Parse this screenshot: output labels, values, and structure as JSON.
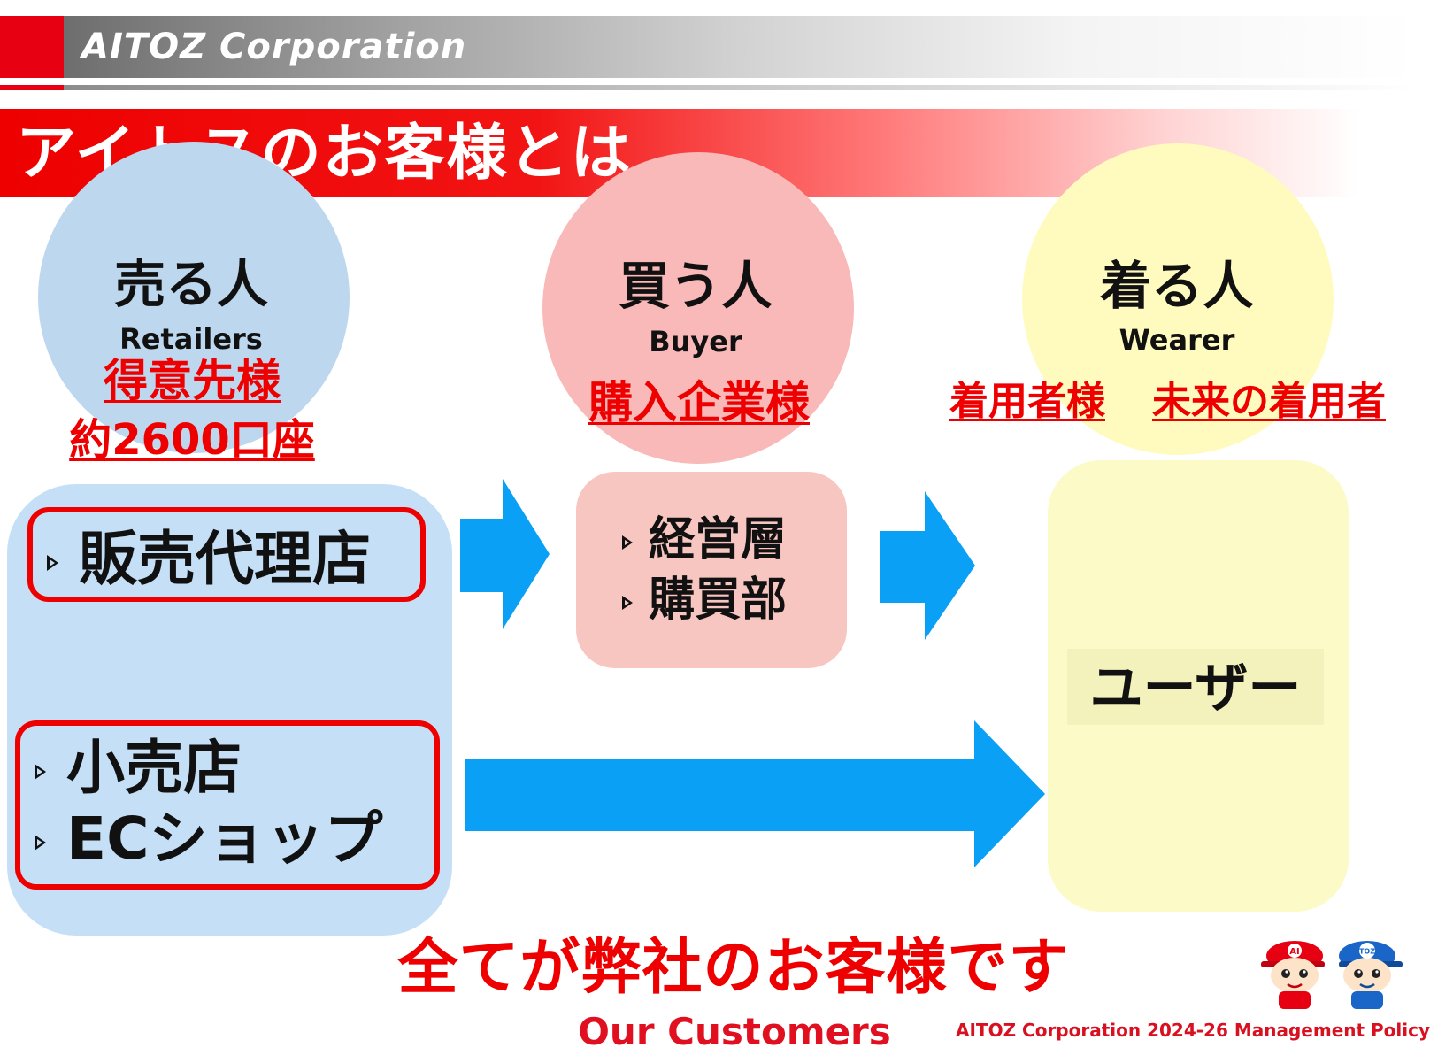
{
  "header": {
    "logo_text": "AITOZ Corporation",
    "accent_color": "#e60012"
  },
  "title": "アイトスのお客様とは",
  "roles": [
    {
      "jp": "売る人",
      "en": "Retailers",
      "color": "#bdd7ee",
      "sub": [
        "得意先様",
        "約2600口座"
      ]
    },
    {
      "jp": "買う人",
      "en": "Buyer",
      "color": "#f8b9b8",
      "sub": [
        "購入企業様"
      ]
    },
    {
      "jp": "着る人",
      "en": "Wearer",
      "color": "#fffbbe",
      "sub": [
        "着用者様",
        "未来の着用者"
      ]
    }
  ],
  "retailer_groups": [
    {
      "items": [
        "販売代理店"
      ]
    },
    {
      "items": [
        "小売店",
        "ECショップ"
      ]
    }
  ],
  "buyer_items": [
    "経営層",
    "購買部"
  ],
  "wearer_label": "ユーザー",
  "bottom_message": "全てが弊社のお客様です",
  "bottom_message_en": "Our Customers",
  "footer_policy": "AITOZ Corporation 2024-26 Management Policy",
  "mascot_caps": [
    "AI",
    "TOZ"
  ],
  "arrow_color": "#0aa0f5",
  "highlight_color": "#ee0000"
}
